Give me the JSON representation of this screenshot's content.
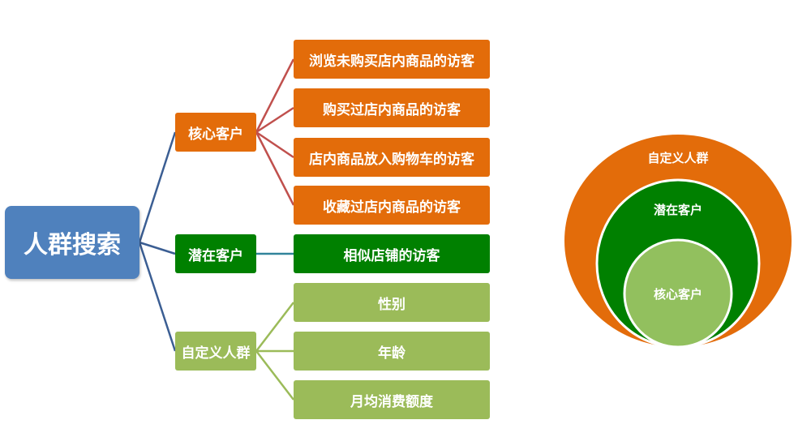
{
  "root": {
    "label": "人群搜索",
    "color": "#4F81BD"
  },
  "groups": [
    {
      "label": "核心客户",
      "color": "#E36C0A",
      "line_color": "#C0504D",
      "children": [
        "浏览未购买店内商品的访客",
        "购买过店内商品的访客",
        "店内商品放入购物车的访客",
        "收藏过店内商品的访客"
      ]
    },
    {
      "label": "潜在客户",
      "color": "#008000",
      "line_color": "#31849B",
      "children": [
        "相似店铺的访客"
      ]
    },
    {
      "label": "自定义人群",
      "color": "#9BBB59",
      "line_color": "#9BBB59",
      "children": [
        "性别",
        "年龄",
        "月均消费额度"
      ]
    }
  ],
  "circles": {
    "outer": {
      "label": "自定义人群",
      "color": "#E36C0A"
    },
    "middle": {
      "label": "潜在客户",
      "color": "#008000"
    },
    "inner": {
      "label": "核心客户",
      "color": "#92C05E"
    }
  },
  "connector_color": "#3B5E93"
}
